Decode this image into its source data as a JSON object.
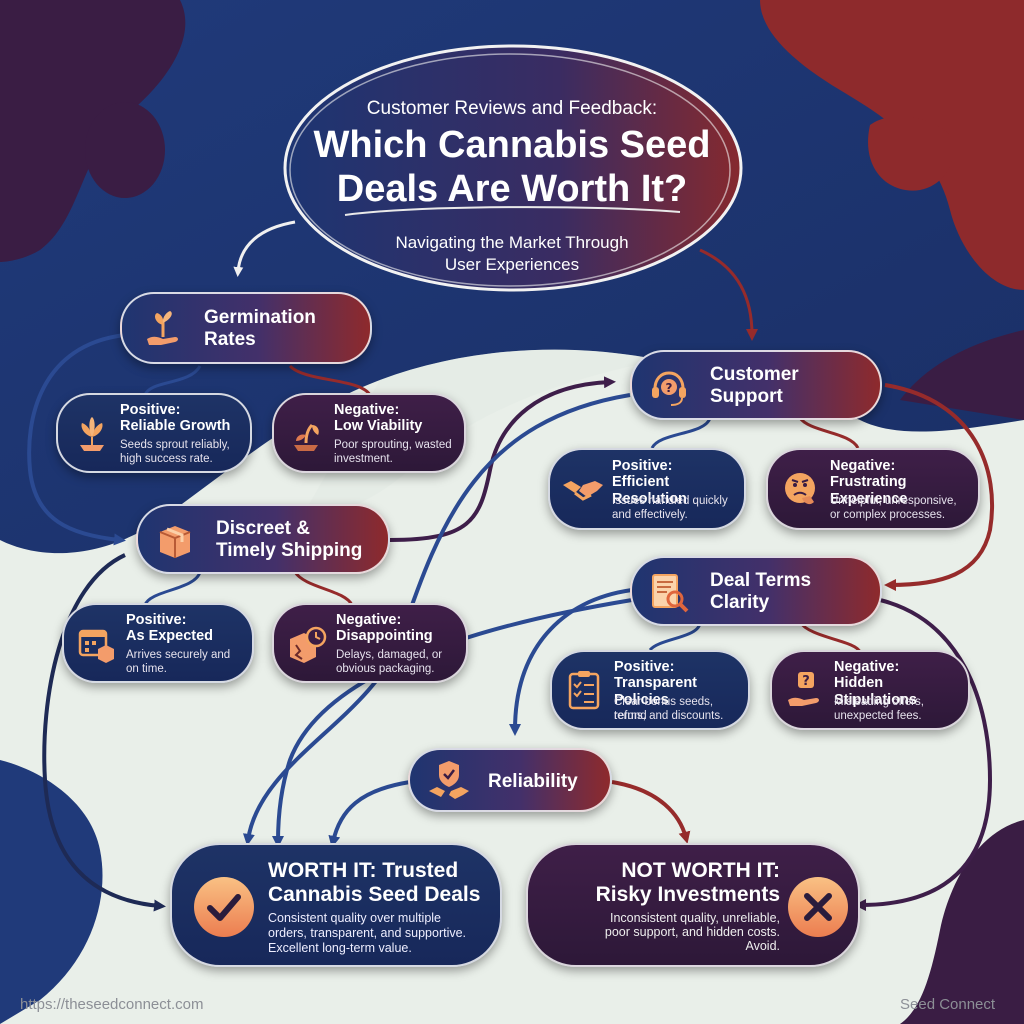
{
  "header": {
    "kicker": "Customer Reviews and Feedback:",
    "title_line1": "Which Cannabis Seed",
    "title_line2": "Deals Are Worth It?",
    "subtitle_line1": "Navigating the Market Through",
    "subtitle_line2": "User Experiences"
  },
  "germination": {
    "title_line1": "Germination",
    "title_line2": "Rates",
    "positive": {
      "label_line1": "Positive:",
      "label_line2": "Reliable Growth",
      "desc_line1": "Seeds sprout reliably,",
      "desc_line2": "high success rate."
    },
    "negative": {
      "label_line1": "Negative:",
      "label_line2": "Low Viability",
      "desc_line1": "Poor sprouting, wasted",
      "desc_line2": "investment."
    }
  },
  "shipping": {
    "title_line1": "Discreet &",
    "title_line2": "Timely Shipping",
    "positive": {
      "label_line1": "Positive:",
      "label_line2": "As Expected",
      "desc_line1": "Arrives securely and",
      "desc_line2": "on time."
    },
    "negative": {
      "label_line1": "Negative:",
      "label_line2": "Disappointing",
      "desc_line1": "Delays, damaged, or",
      "desc_line2": "obvious packaging."
    }
  },
  "support": {
    "title_line1": "Customer",
    "title_line2": "Support",
    "positive": {
      "label_line1": "Positive:",
      "label_line2": "Efficient Resolution",
      "desc_line1": "Issues handled quickly",
      "desc_line2": "and effectively."
    },
    "negative": {
      "label_line1": "Negative:",
      "label_line2": "Frustrating Experience",
      "desc_line1": "Unhelpful, unresponsive,",
      "desc_line2": "or complex processes."
    }
  },
  "terms": {
    "title_line1": "Deal Terms",
    "title_line2": "Clarity",
    "positive": {
      "label_line1": "Positive:",
      "label_line2": "Transparent Policies",
      "desc_line1": "Clear bonus seeds, refund",
      "desc_line2": "terms, and discounts."
    },
    "negative": {
      "label_line1": "Negative:",
      "label_line2": "Hidden Stipulations",
      "desc_line1": "Misleading offers,",
      "desc_line2": "unexpected fees."
    }
  },
  "reliability": {
    "title": "Reliability"
  },
  "worth_it": {
    "title_line1": "WORTH IT: Trusted",
    "title_line2": "Cannabis Seed Deals",
    "desc_line1": "Consistent quality over multiple",
    "desc_line2": "orders, transparent, and supportive.",
    "desc_line3": "Excellent long-term value."
  },
  "not_worth_it": {
    "title_line1": "NOT WORTH IT:",
    "title_line2": "Risky Investments",
    "desc_line1": "Inconsistent quality, unreliable,",
    "desc_line2": "poor support, and hidden costs.",
    "desc_line3": "Avoid."
  },
  "footer": {
    "url": "https://theseedconnect.com",
    "brand": "Seed Connect"
  },
  "colors": {
    "navy": "#1c3064",
    "red": "#8e2a2c",
    "plum": "#3a1d44",
    "accent_orange": "#f4a460",
    "background": "#e9efe9"
  },
  "icons": {
    "germination": "seedling-hand-icon",
    "germination_positive": "flower-icon",
    "germination_negative": "wilted-plant-icon",
    "shipping": "package-box-icon",
    "shipping_positive": "calendar-box-icon",
    "shipping_negative": "damaged-box-clock-icon",
    "support": "headset-question-icon",
    "support_positive": "handshake-icon",
    "support_negative": "frustrated-face-icon",
    "terms": "document-magnifier-icon",
    "terms_positive": "checklist-icon",
    "terms_negative": "question-hand-icon",
    "reliability": "shield-handshake-icon",
    "worth_it": "check-circle-icon",
    "not_worth_it": "x-circle-icon"
  }
}
